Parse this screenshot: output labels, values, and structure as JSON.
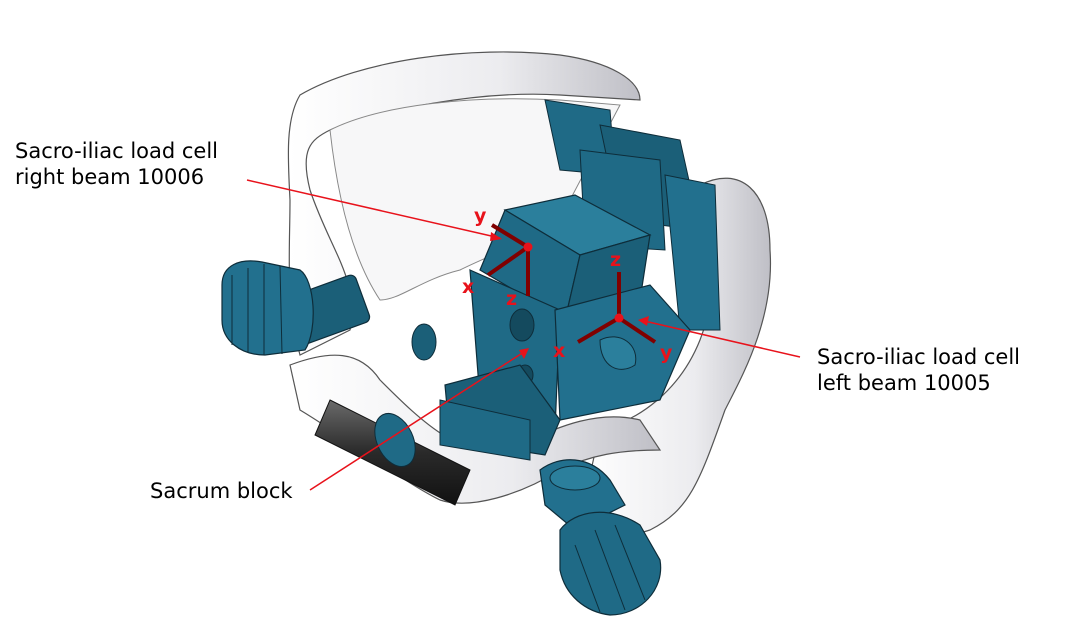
{
  "colors": {
    "part_fill": "#1f6a86",
    "part_dark": "#144a5e",
    "part_light": "#2b7f9c",
    "shell_fill": "#f0f0f2",
    "shell_shade": "#c9c9cf",
    "outline": "#0e2d3a",
    "callout_line": "#e8121b",
    "axis_line": "#800000",
    "axis_text": "#e8121b",
    "text": "#000000"
  },
  "callouts": {
    "right_beam": {
      "line1": "Sacro-iliac load cell",
      "line2": "right beam 10006"
    },
    "left_beam": {
      "line1": "Sacro-iliac load cell",
      "line2": "left beam 10005"
    },
    "sacrum": {
      "label": "Sacrum block"
    }
  },
  "axes": {
    "right_cell": {
      "x": "x",
      "y": "y",
      "z": "z"
    },
    "left_cell": {
      "x": "x",
      "y": "y",
      "z": "z"
    }
  }
}
